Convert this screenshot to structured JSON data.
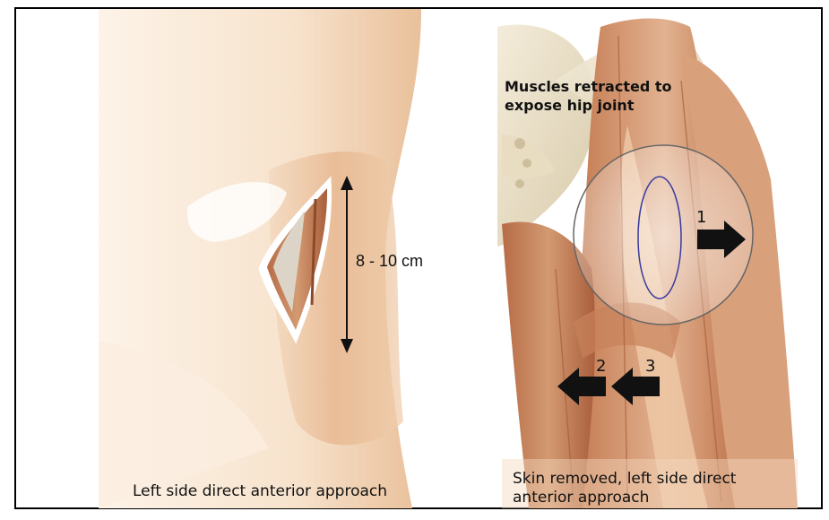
{
  "left_panel": {
    "measurement": "8 - 10 cm",
    "caption": "Left side direct anterior approach"
  },
  "right_panel": {
    "annotation": "Muscles retracted to\nexpose hip joint",
    "arrow_labels": [
      "1",
      "2",
      "3"
    ],
    "caption": "Skin removed, left side direct\nanterior approach"
  },
  "colors": {
    "frame": "#000000",
    "skin": "#f6e2cc",
    "muscle": "#c98560",
    "bone": "#eadfc6",
    "ellipse": "#3a3aa0"
  }
}
